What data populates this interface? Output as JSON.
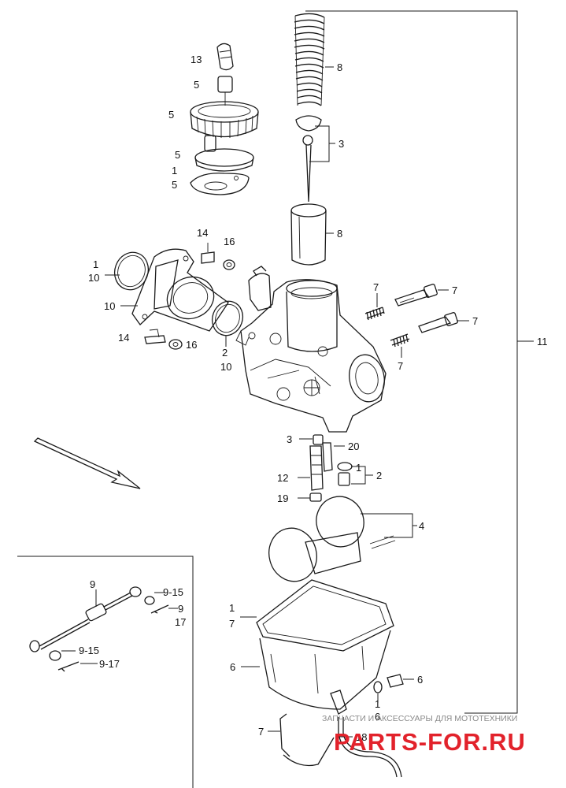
{
  "callouts": {
    "p13": "13",
    "p5a": "5",
    "p5b": "5",
    "p5c": "5",
    "p1a": "1",
    "p5d": "5",
    "p8a": "8",
    "p3a": "3",
    "p8b": "8",
    "p14a": "14",
    "p16a": "16",
    "p1b": "1",
    "p10a": "10",
    "p10b": "10",
    "p14b": "14",
    "p16b": "16",
    "p2a": "2",
    "p10c": "10",
    "p7a": "7",
    "p7b": "7",
    "p7c": "7",
    "p7d": "7",
    "p11": "11",
    "p3b": "3",
    "p20": "20",
    "p1c": "1",
    "p2b": "2",
    "p12": "12",
    "p19": "19",
    "p4": "4",
    "p1d": "1",
    "p7e": "7",
    "p6a": "6",
    "p6b": "6",
    "p1e": "1",
    "p6c": "6",
    "p7f": "7",
    "p18": "18",
    "in9": "9",
    "in915a": "9-15",
    "in9b": "9",
    "in17": "17",
    "in915b": "9-15",
    "in917": "9-17"
  },
  "watermark": {
    "tagline": "ЗАПЧАСТИ И АКСЕССУАРЫ ДЛЯ МОТОТЕХНИКИ",
    "brand": "PARTS-FOR.RU",
    "brand_color": "#e2222b"
  }
}
